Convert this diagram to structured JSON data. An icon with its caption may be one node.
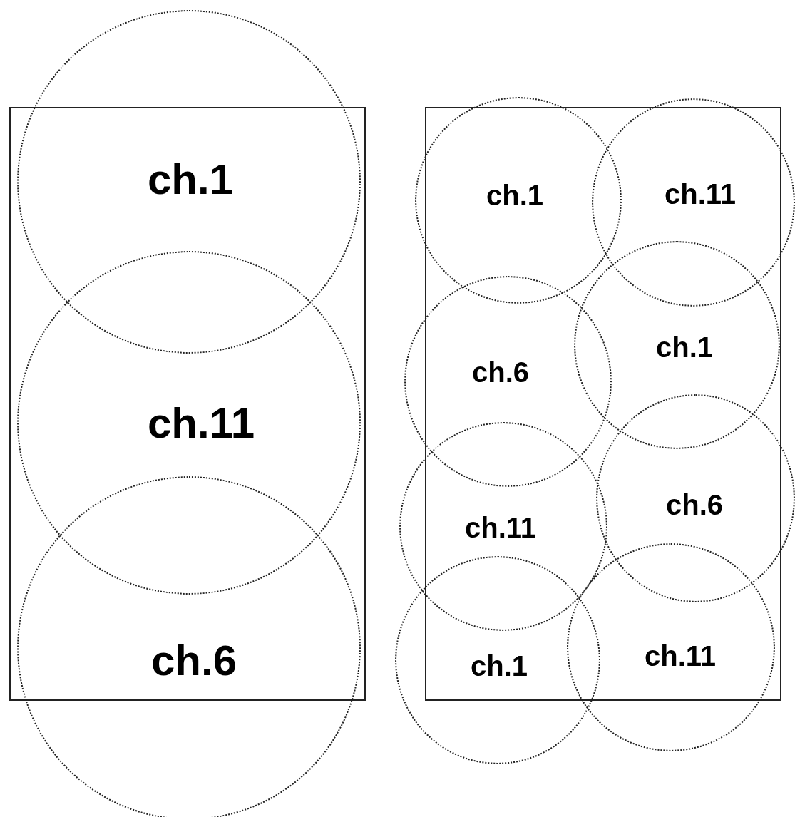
{
  "diagram": {
    "nodes": [
      {
        "text": [],
        "shape": "box"
      },
      {
        "text": [
          "ch.1"
        ]
      },
      {
        "text": [
          "ch.11"
        ],
        "in": 0
      },
      {
        "text": [
          "ch.6"
        ]
      },
      {
        "text": [],
        "shape": "box"
      },
      {
        "text": [
          "ch.1"
        ]
      },
      {
        "text": [
          "ch.11"
        ]
      },
      {
        "text": [
          "ch.1"
        ],
        "in": 4
      },
      {
        "text": [
          "ch.6"
        ]
      },
      {
        "text": [
          "ch.6"
        ]
      },
      {
        "text": [
          "ch.11"
        ]
      },
      {
        "text": [
          "ch.11"
        ]
      },
      {
        "text": [
          "ch.1"
        ]
      }
    ]
  }
}
